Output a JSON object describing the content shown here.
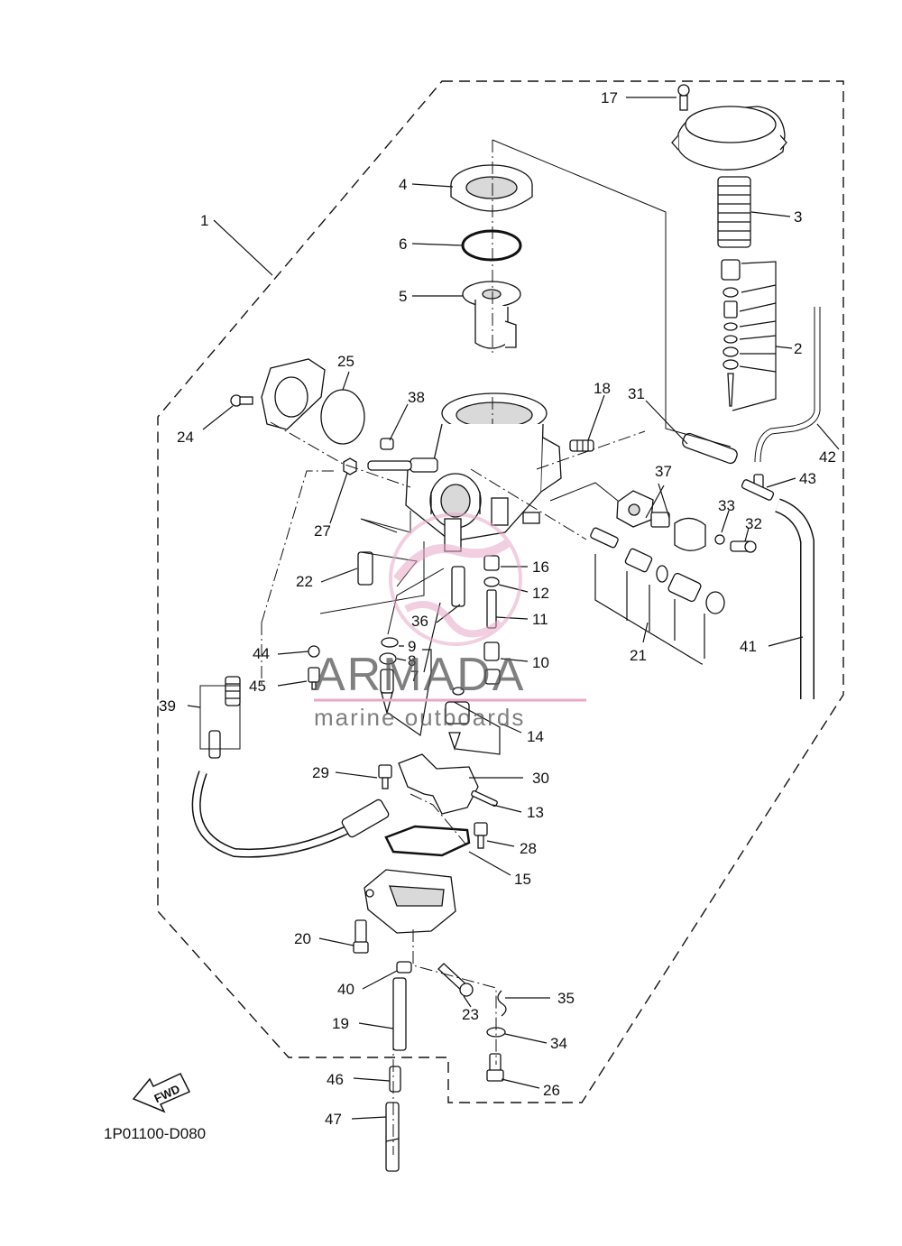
{
  "diagram": {
    "code": "1P01100-D080",
    "fwd_label": "FWD",
    "watermark": {
      "brand": "ARMADA",
      "tagline": "marine outboards"
    },
    "callouts": {
      "c1": "1",
      "c2": "2",
      "c3": "3",
      "c4": "4",
      "c5": "5",
      "c6": "6",
      "c7": "7",
      "c8": "8",
      "c9": "9",
      "c10": "10",
      "c11": "11",
      "c12": "12",
      "c13": "13",
      "c14": "14",
      "c15": "15",
      "c16": "16",
      "c17": "17",
      "c18": "18",
      "c19": "19",
      "c20": "20",
      "c21": "21",
      "c22": "22",
      "c23": "23",
      "c24": "24",
      "c25": "25",
      "c26": "26",
      "c27": "27",
      "c28": "28",
      "c29": "29",
      "c30": "30",
      "c31": "31",
      "c32": "32",
      "c33": "33",
      "c34": "34",
      "c35": "35",
      "c36": "36",
      "c37": "37",
      "c38": "38",
      "c39": "39",
      "c40": "40",
      "c41": "41",
      "c42": "42",
      "c43": "43",
      "c44": "44",
      "c45": "45",
      "c46": "46",
      "c47": "47"
    }
  }
}
